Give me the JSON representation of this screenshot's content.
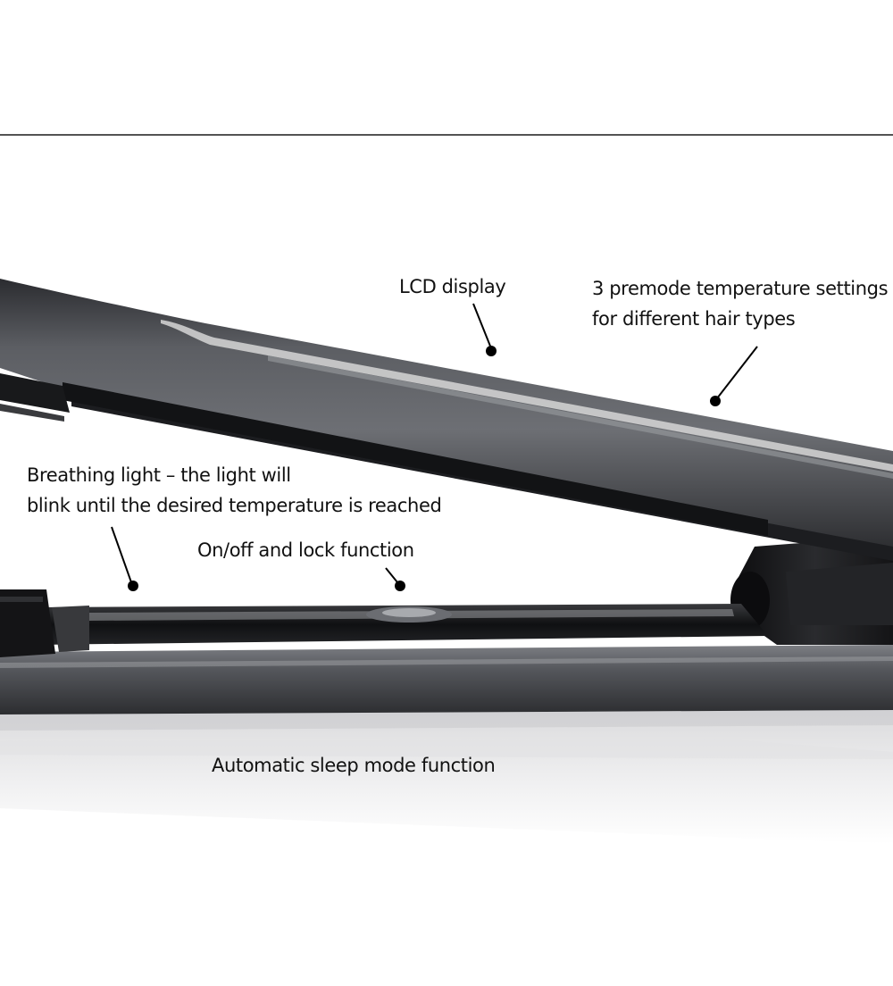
{
  "callouts": {
    "lcd_display": {
      "lines": [
        "LCD display"
      ]
    },
    "premode_temperature": {
      "lines": [
        "3 premode temperature settings",
        "for different hair types"
      ]
    },
    "breathing_light": {
      "lines": [
        "Breathing light – the light will",
        "blink until the desired temperature is reached"
      ]
    },
    "on_off_lock": {
      "lines": [
        "On/off and lock function"
      ]
    },
    "sleep_mode": {
      "lines": [
        "Automatic sleep mode function"
      ]
    }
  },
  "colors": {
    "background": "#ffffff",
    "text": "#111111",
    "divider": "#1a1a1a",
    "housing": "#4a4c50",
    "housing_dark": "#1e1f22",
    "highlight": "#d6d6d6"
  }
}
